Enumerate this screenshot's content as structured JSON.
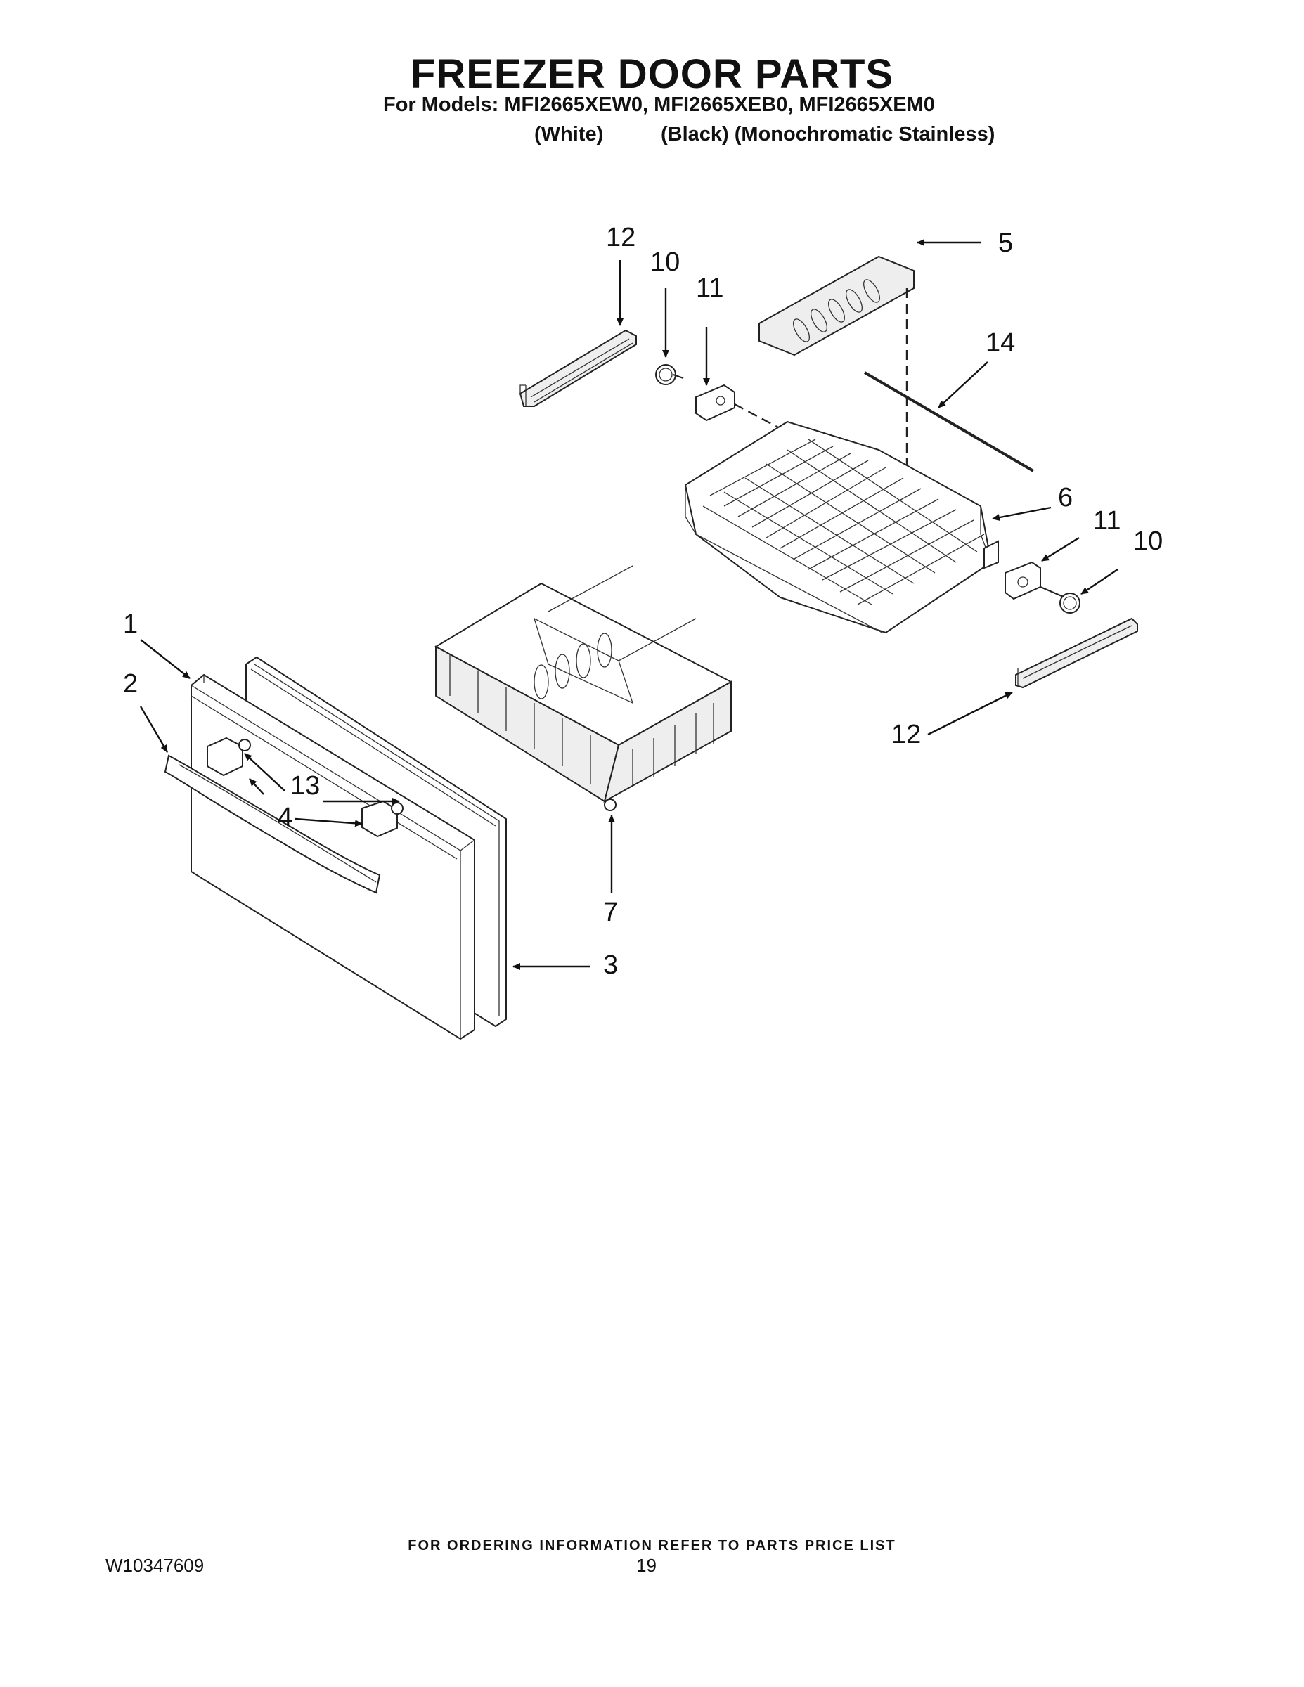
{
  "header": {
    "title": "FREEZER DOOR PARTS",
    "models_line": "For Models: MFI2665XEW0, MFI2665XEB0, MFI2665XEM0",
    "color_white": "(White)",
    "color_rest": "(Black) (Monochromatic Stainless)"
  },
  "callouts": {
    "c1": "1",
    "c2": "2",
    "c3": "3",
    "c4": "4",
    "c5": "5",
    "c6": "6",
    "c7": "7",
    "c10a": "10",
    "c10b": "10",
    "c11a": "11",
    "c11b": "11",
    "c12a": "12",
    "c12b": "12",
    "c13": "13",
    "c14": "14"
  },
  "footer": {
    "note": "FOR ORDERING INFORMATION REFER TO PARTS PRICE LIST",
    "doc_number": "W10347609",
    "page_number": "19"
  }
}
